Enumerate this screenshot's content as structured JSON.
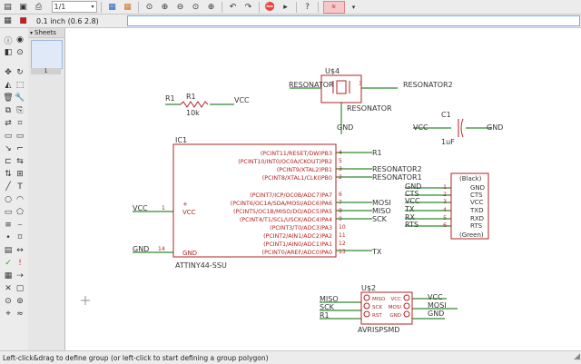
{
  "toolbar": {
    "sheet_value": "1/1",
    "icons": [
      "open-icon",
      "save-icon",
      "print-icon",
      "cam-icon",
      "board-icon",
      "script-icon",
      "run-ulp-icon",
      "zoom-fit-icon",
      "zoom-in-icon",
      "zoom-out-icon",
      "zoom-redraw-icon",
      "zoom-select-icon",
      "undo-icon",
      "redo-icon",
      "stop-icon",
      "go-icon",
      "help-icon",
      "design-link-icon"
    ]
  },
  "toolbar2": {
    "grid_label": "0.1 inch (0.6 2.8)"
  },
  "sheets_panel": {
    "header": "Sheets",
    "items": [
      "1"
    ]
  },
  "status_bar": {
    "text": "Left-click&drag to define group (or left-click to start defining a group polygon)"
  },
  "schematic": {
    "r1_name": "R1",
    "r1_value": "10k",
    "r1_net_left": "R1",
    "r1_net_right": "VCC",
    "u4_name": "U$4",
    "u4_net_left": "RESONATOR",
    "u4_net_right": "RESONATOR2",
    "u4_part": "RESONATOR",
    "u4_gnd": "GND",
    "u4_pin_right": "3",
    "c1_name": "C1",
    "c1_value": "1uF",
    "c1_net_left": "VCC",
    "c1_net_right": "GND",
    "ic1_name": "IC1",
    "ic1_part": "ATTINY44-SSU",
    "ic1_vcc": "VCC",
    "ic1_gnd": "GND",
    "ic1_vcc_net": "VCC",
    "ic1_gnd_net": "GND",
    "ic1_pin_vcc": "1",
    "ic1_pin_gnd": "14",
    "ic1_plus": "+",
    "ic1_pins_right": [
      {
        "label": "(PCINT11/RESET/DW)PB3",
        "num": "4",
        "net": "R1"
      },
      {
        "label": "(PCINT10/INT0/OC0A/CKOUT)PB2",
        "num": "5",
        "net": ""
      },
      {
        "label": "(PCINT9/XTAL2)PB1",
        "num": "3",
        "net": "RESONATOR2"
      },
      {
        "label": "(PCINT8/XTAL1/CLKI)PB0",
        "num": "2",
        "net": "RESONATOR1"
      },
      {
        "label": "(PCINT7/ICP/OC0B/ADC7)PA7",
        "num": "6",
        "net": ""
      },
      {
        "label": "(PCINT6/OC1A/SDA/MOSI/ADC6)PA6",
        "num": "7",
        "net": "MOSI"
      },
      {
        "label": "(PCINT5/OC1B/MISO/DO/ADC5)PA5",
        "num": "8",
        "net": "MISO"
      },
      {
        "label": "(PCINT4/T1/SCL/USCK/ADC4)PA4",
        "num": "9",
        "net": "SCK"
      },
      {
        "label": "(PCINT3/T0/ADC3)PA3",
        "num": "10",
        "net": ""
      },
      {
        "label": "(PCINT2/AIN1/ADC2)PA2",
        "num": "11",
        "net": ""
      },
      {
        "label": "(PCINT1/AIN0/ADC1)PA1",
        "num": "12",
        "net": ""
      },
      {
        "label": "(PCINT0/AREF/ADC0)PA0",
        "num": "13",
        "net": "TX"
      }
    ],
    "ftdi_header": "(Black)",
    "ftdi_footer": "(Green)",
    "ftdi_pins": [
      {
        "net": "GND",
        "num": "1",
        "label": "GND"
      },
      {
        "net": "CTS",
        "num": "2",
        "label": "CTS"
      },
      {
        "net": "VCC",
        "num": "3",
        "label": "VCC"
      },
      {
        "net": "TX",
        "num": "4",
        "label": "TXD"
      },
      {
        "net": "RX",
        "num": "5",
        "label": "RXD"
      },
      {
        "net": "RTS",
        "num": "6",
        "label": "RTS"
      }
    ],
    "u2_name": "U$2",
    "u2_part": "AVRISPSMD",
    "u2_left_nets": [
      "MISO",
      "SCK",
      "R1"
    ],
    "u2_left_pins": [
      "MISO",
      "SCK",
      "RST"
    ],
    "u2_right_pins": [
      "VCC",
      "MOSI",
      "GND"
    ],
    "u2_right_nets": [
      "VCC",
      "MOSI",
      "GND"
    ]
  },
  "colors": {
    "wire": "#2e8b2e",
    "symbol": "#b22222",
    "label_text": "#333333",
    "pin_label": "#b22222",
    "selection_frame": "#b22222"
  }
}
